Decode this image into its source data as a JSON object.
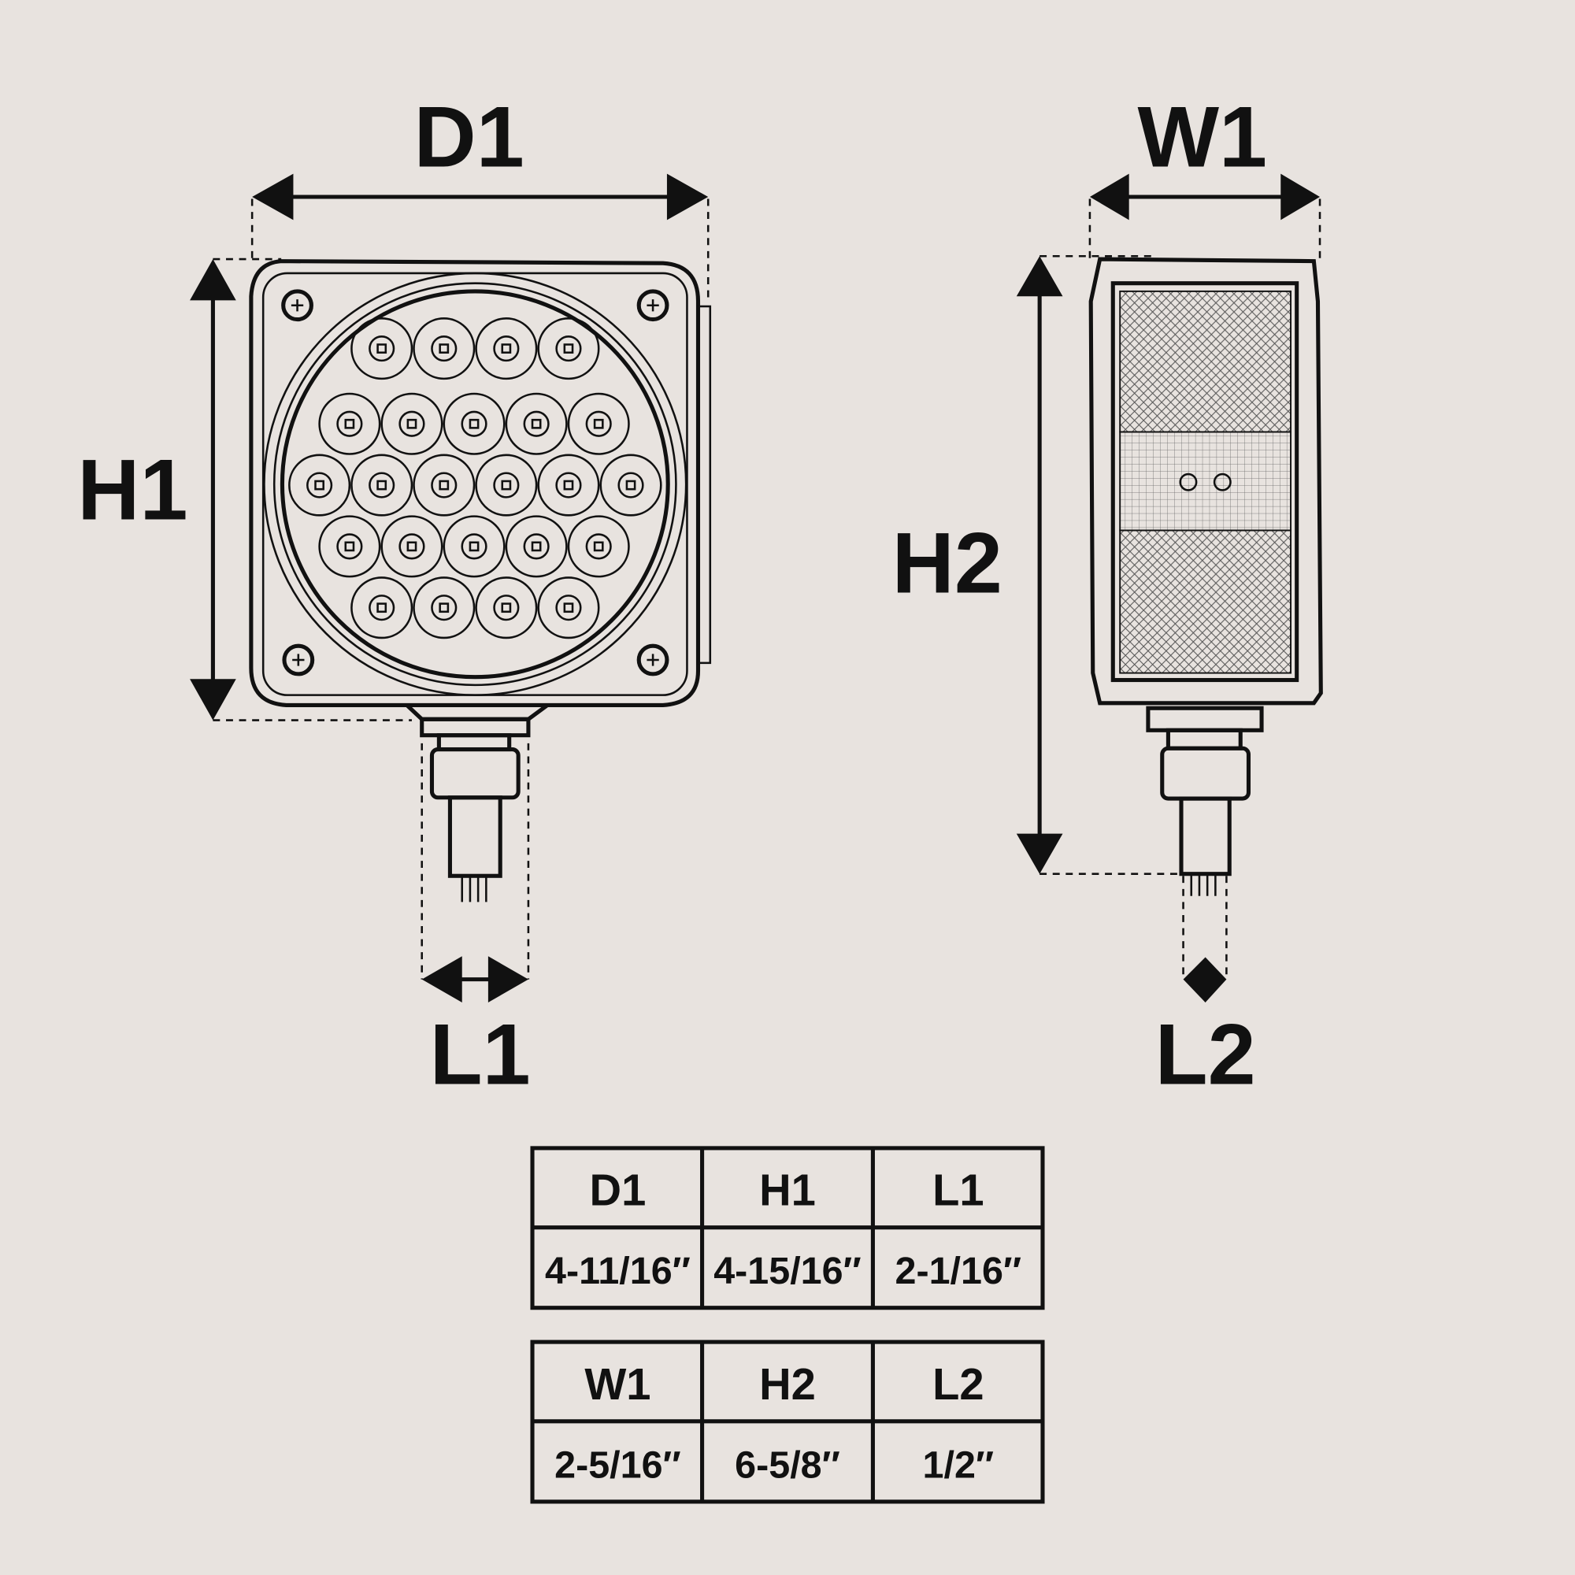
{
  "labels": {
    "d1": "D1",
    "h1": "H1",
    "l1": "L1",
    "w1": "W1",
    "h2": "H2",
    "l2": "L2"
  },
  "table1": {
    "headers": [
      "D1",
      "H1",
      "L1"
    ],
    "values": [
      "4-11/16″",
      "4-15/16″",
      "2-1/16″"
    ]
  },
  "table2": {
    "headers": [
      "W1",
      "H2",
      "L2"
    ],
    "values": [
      "2-5/16″",
      "6-5/8″",
      "1/2″"
    ]
  },
  "colors": {
    "background": "#e8e3df",
    "ink": "#111111"
  }
}
